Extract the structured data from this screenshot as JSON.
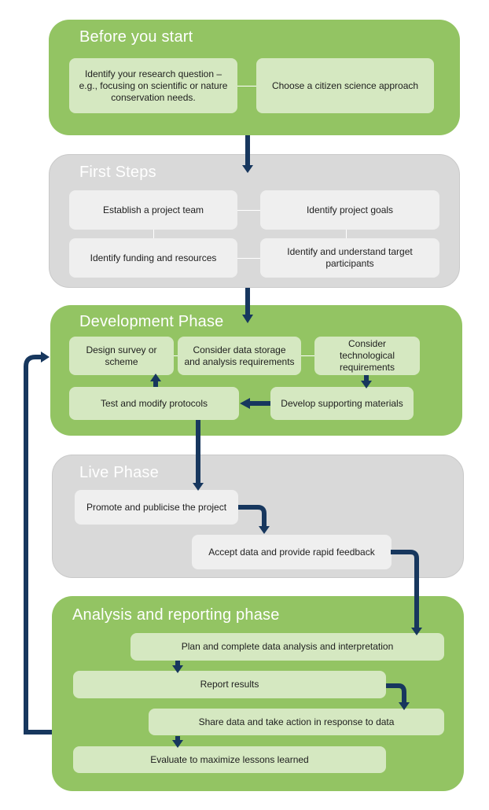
{
  "colors": {
    "green_panel": "#93c463",
    "gray_panel": "#d9d9d9",
    "green_box": "#d5e8c1",
    "gray_box": "#efefef",
    "arrow": "#17375e",
    "title_text": "#ffffff",
    "box_text": "#1e1e1e"
  },
  "phases": [
    {
      "title": "Before you start",
      "steps": [
        "Identify your research question – e.g., focusing on scientific or nature conservation needs.",
        "Choose a citizen science approach"
      ]
    },
    {
      "title": "First Steps",
      "steps": [
        "Establish a project team",
        "Identify project goals",
        "Identify funding and resources",
        "Identify and understand target participants"
      ]
    },
    {
      "title": "Development Phase",
      "steps": [
        "Design survey or scheme",
        "Consider data storage and analysis requirements",
        "Consider technological requirements",
        "Test and modify protocols",
        "Develop supporting materials"
      ]
    },
    {
      "title": "Live Phase",
      "steps": [
        "Promote and publicise the project",
        "Accept data and provide rapid feedback"
      ]
    },
    {
      "title": "Analysis and reporting phase",
      "steps": [
        "Plan and complete data analysis and interpretation",
        "Report results",
        "Share data and take action in response to data",
        "Evaluate to maximize lessons learned"
      ]
    }
  ],
  "flow": [
    {
      "from": "Before you start",
      "to": "First Steps"
    },
    {
      "from": "First Steps",
      "to": "Development Phase"
    },
    {
      "from": "Consider technological requirements",
      "to": "Develop supporting materials"
    },
    {
      "from": "Develop supporting materials",
      "to": "Test and modify protocols"
    },
    {
      "from": "Test and modify protocols",
      "to": "Design survey or scheme"
    },
    {
      "from": "Test and modify protocols",
      "to": "Promote and publicise the project"
    },
    {
      "from": "Promote and publicise the project",
      "to": "Accept data and provide rapid feedback"
    },
    {
      "from": "Accept data and provide rapid feedback",
      "to": "Plan and complete data analysis and interpretation"
    },
    {
      "from": "Plan and complete data analysis and interpretation",
      "to": "Report results"
    },
    {
      "from": "Report results",
      "to": "Share data and take action in response to data"
    },
    {
      "from": "Share data and take action in response to data",
      "to": "Evaluate to maximize lessons learned"
    },
    {
      "from": "Analysis and reporting phase",
      "to": "Development Phase"
    }
  ]
}
